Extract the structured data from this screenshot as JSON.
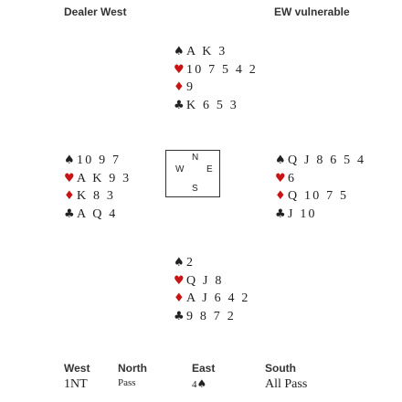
{
  "header": {
    "dealer": "Dealer West",
    "vulnerability": "EW vulnerable"
  },
  "colors": {
    "black_suit": "#222222",
    "red_suit": "#c81414"
  },
  "suit_symbols": {
    "spades": "♠",
    "hearts": "♥",
    "diamonds": "♦",
    "clubs": "♣"
  },
  "hands": {
    "north": {
      "spades": "A K 3",
      "hearts": "10 7 5 4 2",
      "diamonds": "9",
      "clubs": "K 6 5 3"
    },
    "west": {
      "spades": "10 9 7",
      "hearts": "A K 9 3",
      "diamonds": "K 8 3",
      "clubs": "A Q 4"
    },
    "east": {
      "spades": "Q J 8 6 5 4",
      "hearts": "6",
      "diamonds": "Q 10 7 5",
      "clubs": "J 10"
    },
    "south": {
      "spades": "2",
      "hearts": "Q J 8",
      "diamonds": "A J 6 4 2",
      "clubs": "9 8 7 2"
    }
  },
  "compass": {
    "north": "N",
    "west": "W",
    "east": "E",
    "south": "S"
  },
  "auction": {
    "headers": {
      "west": "West",
      "north": "North",
      "east": "East",
      "south": "South"
    },
    "bids": {
      "west": "1NT",
      "north": "Pass",
      "east_level": "4",
      "east_suit": "♠",
      "south": "All Pass"
    }
  }
}
